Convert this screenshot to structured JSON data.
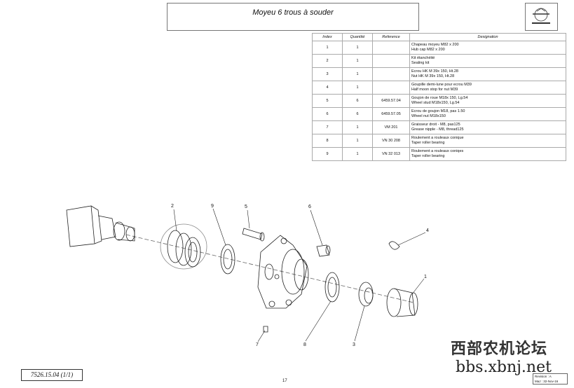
{
  "header": {
    "title": "Moyeu 6 trous à souder"
  },
  "table": {
    "headers": [
      "Index",
      "Quantité",
      "Reference",
      "Designation"
    ],
    "rows": [
      {
        "index": "1",
        "qty": "1",
        "ref": "",
        "fr": "Chapeau moyeu  M82 x 200",
        "en": "Hub cap M82 x 200"
      },
      {
        "index": "2",
        "qty": "1",
        "ref": "",
        "fr": "Kit étanchéité",
        "en": "Sealing kit"
      },
      {
        "index": "3",
        "qty": "1",
        "ref": "",
        "fr": "Ecrou HK  M 39x 150, Ht.28",
        "en": "Nut HK  M 39x 150, Ht.28"
      },
      {
        "index": "4",
        "qty": "1",
        "ref": "",
        "fr": "Goupille demi-lune pour ecrou M39",
        "en": "Half moon stop for nut M39"
      },
      {
        "index": "5",
        "qty": "6",
        "ref": "6459.57.04",
        "fr": "Goujon de roue M18x 150, Lg.54",
        "en": "Wheel stud M18x150, Lg.54"
      },
      {
        "index": "6",
        "qty": "6",
        "ref": "6459.57.05",
        "fr": "Ecrou de goujon M18, pas 1.50",
        "en": "Wheel nut M18x150"
      },
      {
        "index": "7",
        "qty": "1",
        "ref": "VM 201",
        "fr": "Graisseur droit - M8, pas125",
        "en": "Grease nipple - M8, thread125"
      },
      {
        "index": "8",
        "qty": "1",
        "ref": "VN 30 208",
        "fr": "Roulement a rouleaux conique",
        "en": "Taper roller bearing"
      },
      {
        "index": "9",
        "qty": "1",
        "ref": "VN 32 013",
        "fr": "Roulement a rouleaux coniqes",
        "en": "Taper roller bearing"
      }
    ]
  },
  "callouts": [
    "1",
    "2",
    "3",
    "4",
    "5",
    "6",
    "7",
    "8",
    "9"
  ],
  "footer": {
    "sheet": "7526.15.04  (1/1)",
    "page": "17",
    "revision": "Revision : A",
    "maj": "MaJ : 32-Nov-16"
  },
  "watermark": {
    "line1": "西部农机论坛",
    "line2": "bbs.xbnj.net"
  }
}
